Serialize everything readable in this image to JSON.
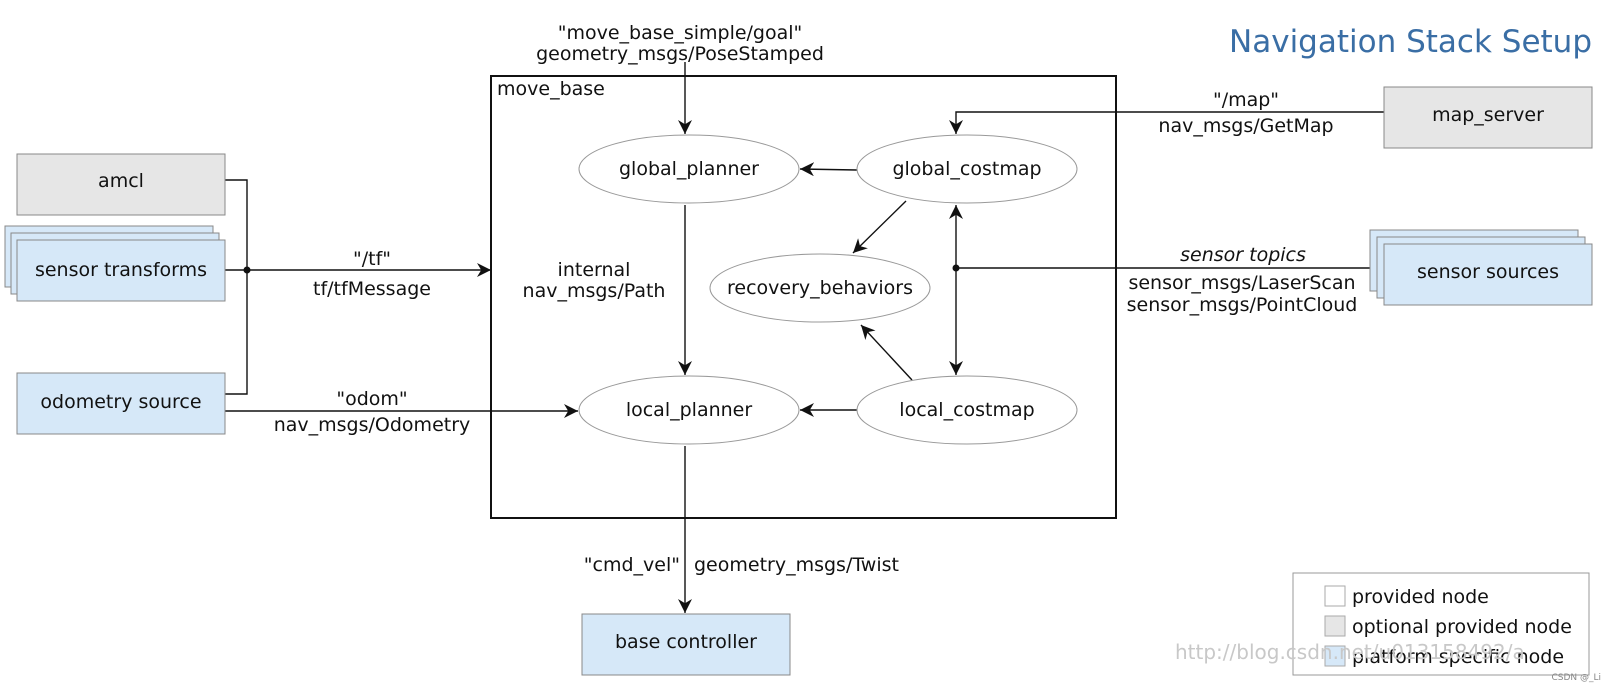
{
  "title": "Navigation Stack Setup",
  "colors": {
    "title": "#3a6ea5",
    "optional": "#e6e6e6",
    "platform": "#d6e8f8",
    "provided": "#ffffff"
  },
  "container": {
    "label": "move_base"
  },
  "nodes": {
    "amcl": "amcl",
    "sensor_transforms": "sensor transforms",
    "odometry_source": "odometry source",
    "map_server": "map_server",
    "sensor_sources": "sensor sources",
    "base_controller": "base controller",
    "global_planner": "global_planner",
    "global_costmap": "global_costmap",
    "recovery_behaviors": "recovery_behaviors",
    "local_planner": "local_planner",
    "local_costmap": "local_costmap"
  },
  "edges": {
    "goal_topic": "\"move_base_simple/goal\"",
    "goal_type": "geometry_msgs/PoseStamped",
    "map_topic": "\"/map\"",
    "map_type": "nav_msgs/GetMap",
    "tf_topic": "\"/tf\"",
    "tf_type": "tf/tfMessage",
    "odom_topic": "\"odom\"",
    "odom_type": "nav_msgs/Odometry",
    "internal_label": "internal",
    "internal_type": "nav_msgs/Path",
    "sensor_topics": "sensor topics",
    "sensor_type_1": "sensor_msgs/LaserScan",
    "sensor_type_2": "sensor_msgs/PointCloud",
    "cmd_vel_topic": "\"cmd_vel\"",
    "cmd_vel_type": "geometry_msgs/Twist"
  },
  "legend": [
    {
      "label": "provided node",
      "kind": "provided"
    },
    {
      "label": "optional provided node",
      "kind": "optional"
    },
    {
      "label": "platform specific node",
      "kind": "platform"
    }
  ],
  "watermark": "http://blog.csdn.net/u013158492/a",
  "corner_credit": "CSDN @_Li"
}
